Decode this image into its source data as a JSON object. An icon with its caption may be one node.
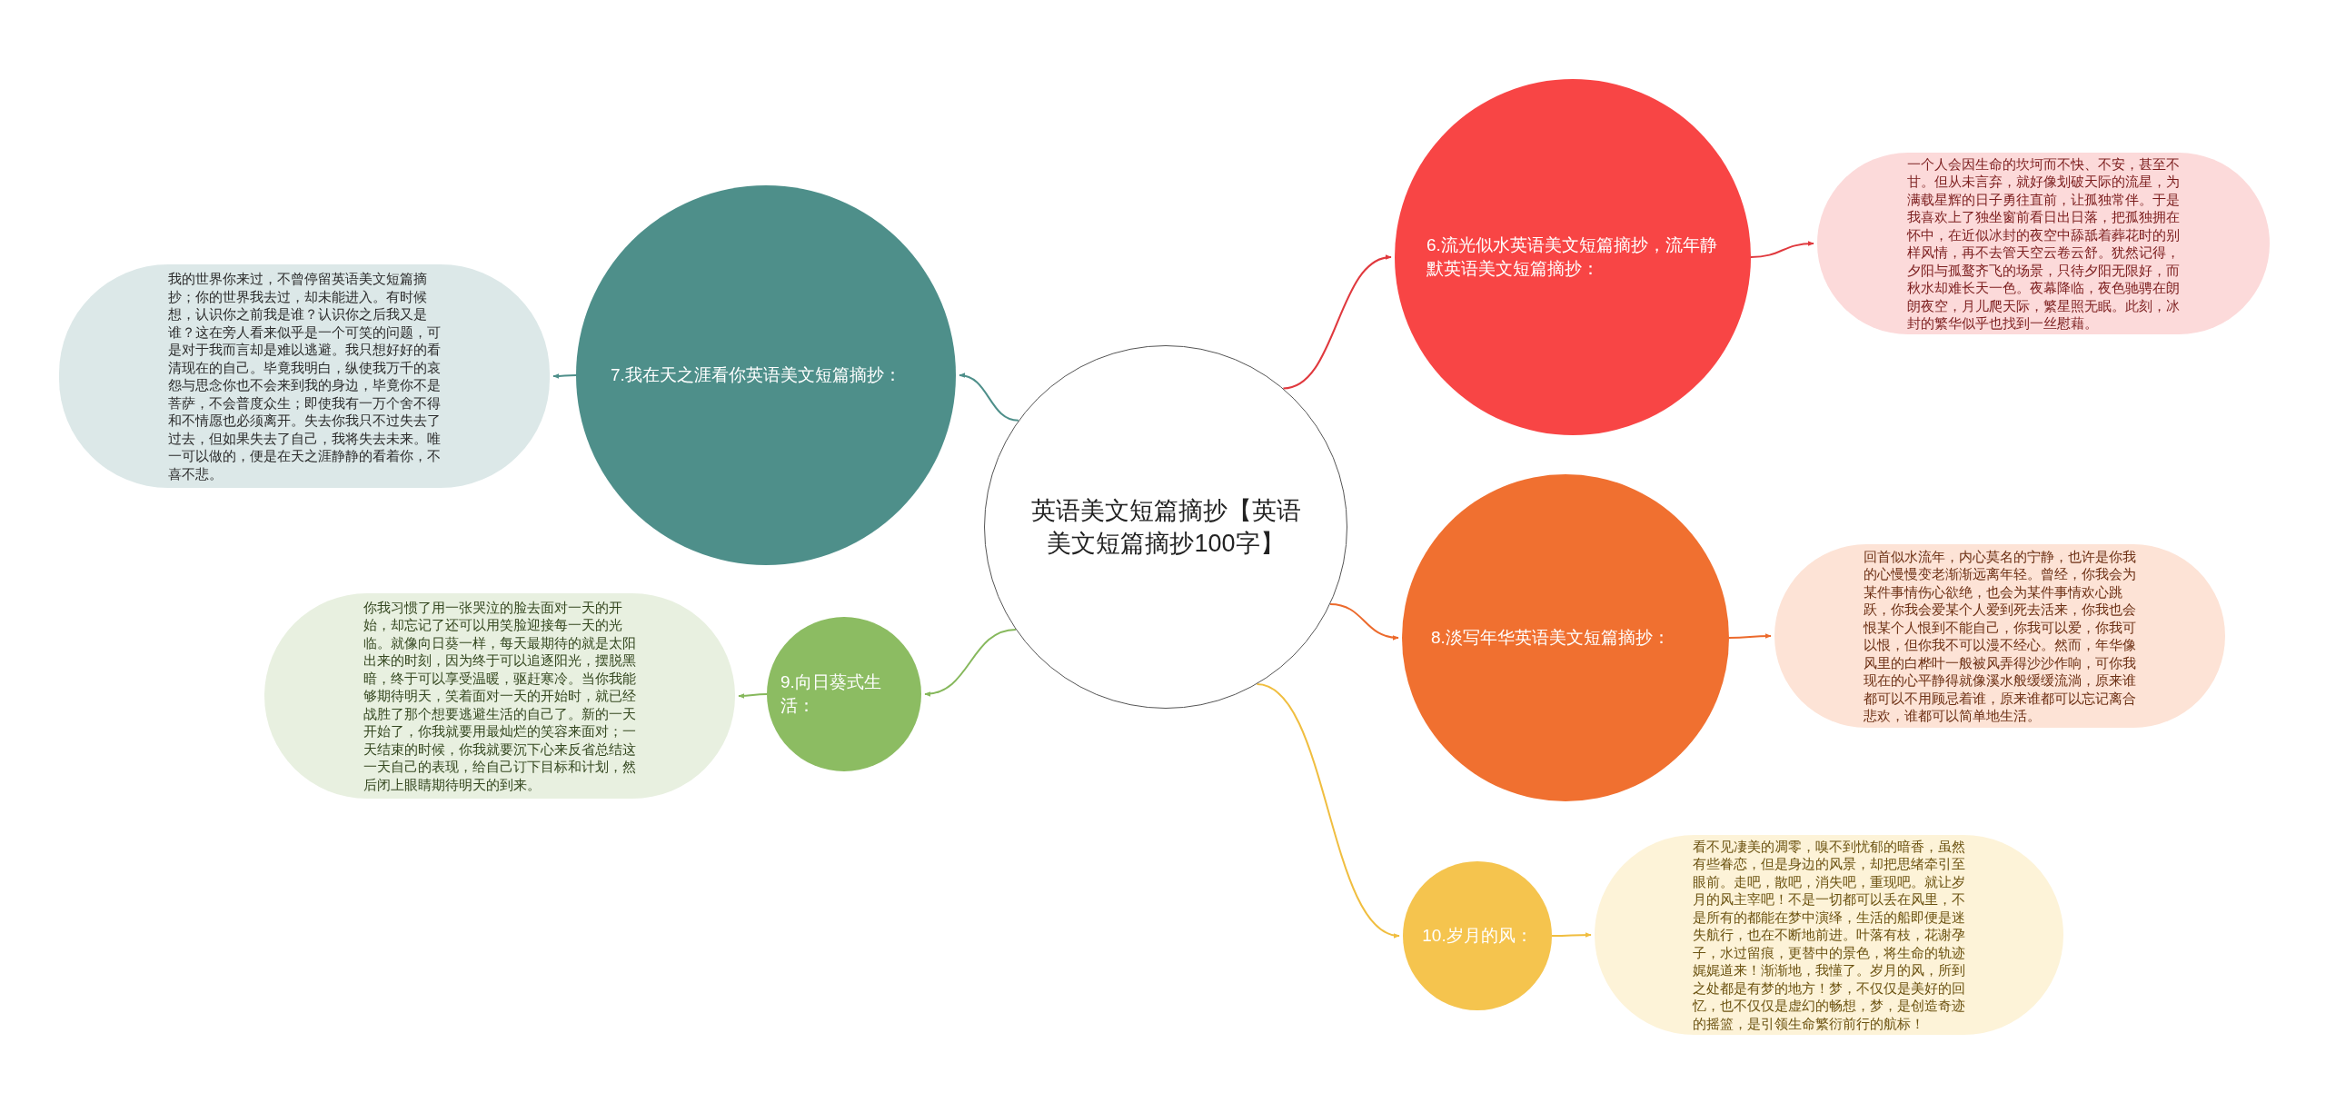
{
  "diagram": {
    "nodes": [
      {
        "text": [
          "英语美文短篇摘抄【英语美文短篇摘抄100字】"
        ]
      },
      {
        "text": [
          "6.流光似水英语美文短篇摘抄，流年静默英语美文短篇摘抄："
        ]
      },
      {
        "text": [
          "一个人会因生命的坎坷而不快、不安，甚至不甘。但从未言弃，就好像划破天际的流星，为满载星辉的日子勇往直前，让孤独常伴。于是我喜欢上了独坐窗前看日出日落，把孤独拥在怀中，在近似冰封的夜空中舔舐着葬花时的别样风情，再不去管天空云卷云舒。犹然记得，夕阳与孤鹜齐飞的场景，只待夕阳无限好，而秋水却难长天一色。夜幕降临，夜色驰骋在朗朗夜空，月儿爬天际，繁星照无眠。此刻，冰封的繁华似乎也找到一丝慰藉。"
        ]
      },
      {
        "text": [
          "7.我在天之涯看你英语美文短篇摘抄："
        ]
      },
      {
        "text": [
          "我的世界你来过，不曾停留英语美文短篇摘抄；你的世界我去过，却未能进入。有时候想，认识你之前我是谁？认识你之后我又是谁？这在旁人看来似乎是一个可笑的问题，可是对于我而言却是难以逃避。我只想好好的看清现在的自己。毕竟我明白，纵使我万千的哀怨与思念你也不会来到我的身边，毕竟你不是菩萨，不会普度众生；即使我有一万个舍不得和不情愿也必须离开。失去你我只不过失去了过去，但如果失去了自己，我将失去未来。唯一可以做的，便是在天之涯静静的看着你，不喜不悲。"
        ]
      },
      {
        "text": [
          "8.淡写年华英语美文短篇摘抄："
        ]
      },
      {
        "text": [
          "回首似水流年，内心莫名的宁静，也许是你我的心慢慢变老渐渐远离年轻。曾经，你我会为某件事情伤心欲绝，也会为某件事情欢心跳跃，你我会爱某个人爱到死去活来，你我也会恨某个人恨到不能自己，你我可以爱，你我可以恨，但你我不可以漫不经心。然而，年华像风里的白桦叶一般被风弄得沙沙作响，可你我现在的心平静得就像溪水般缓缓流淌，原来谁都可以不用顾忌着谁，原来谁都可以忘记离合悲欢，谁都可以简单地生活。"
        ]
      },
      {
        "text": [
          "9.向日葵式生活："
        ]
      },
      {
        "text": [
          "你我习惯了用一张哭泣的脸去面对一天的开始，却忘记了还可以用笑脸迎接每一天的光临。就像向日葵一样，每天最期待的就是太阳出来的时刻，因为终于可以追逐阳光，摆脱黑暗，终于可以享受温暖，驱赶寒冷。当你我能够期待明天，笑着面对一天的开始时，就已经战胜了那个想要逃避生活的自己了。新的一天开始了，你我就要用最灿烂的笑容来面对；一天结束的时候，你我就要沉下心来反省总结这一天自己的表现，给自己订下目标和计划，然后闭上眼睛期待明天的到来。"
        ]
      },
      {
        "text": [
          "10.岁月的风："
        ]
      },
      {
        "text": [
          "看不见凄美的凋零，嗅不到忧郁的暗香，虽然有些眷恋，但是身边的风景，却把思绪牵引至眼前。走吧，散吧，消失吧，重现吧。就让岁月的风主宰吧！不是一切都可以丢在风里，不是所有的都能在梦中演绎，生活的船即便是迷失航行，也在不断地前进。叶落有枝，花谢孕子，水过留痕，更替中的景色，将生命的轨迹娓娓道来！渐渐地，我懂了。岁月的风，所到之处都是有梦的地方！梦，不仅仅是美好的回忆，也不仅仅是虚幻的畅想，梦，是创造奇迹的摇篮，是引领生命繁衍前行的航标！"
        ]
      }
    ],
    "edges": [
      {
        "from": 0,
        "to": 1,
        "arrow": "to",
        "color": "#e0393e"
      },
      {
        "from": 1,
        "to": 2,
        "arrow": "to",
        "color": "#e0393e"
      },
      {
        "from": 0,
        "to": 3,
        "arrow": "to",
        "color": "#4e8f8a"
      },
      {
        "from": 3,
        "to": 4,
        "arrow": "to",
        "color": "#4e8f8a"
      },
      {
        "from": 0,
        "to": 5,
        "arrow": "to",
        "color": "#ec6a2c"
      },
      {
        "from": 5,
        "to": 6,
        "arrow": "to",
        "color": "#ec6a2c"
      },
      {
        "from": 0,
        "to": 7,
        "arrow": "to",
        "color": "#86b85c"
      },
      {
        "from": 7,
        "to": 8,
        "arrow": "to",
        "color": "#86b85c"
      },
      {
        "from": 0,
        "to": 9,
        "arrow": "to",
        "color": "#f0be40"
      },
      {
        "from": 9,
        "to": 10,
        "arrow": "to",
        "color": "#f0be40"
      }
    ]
  }
}
